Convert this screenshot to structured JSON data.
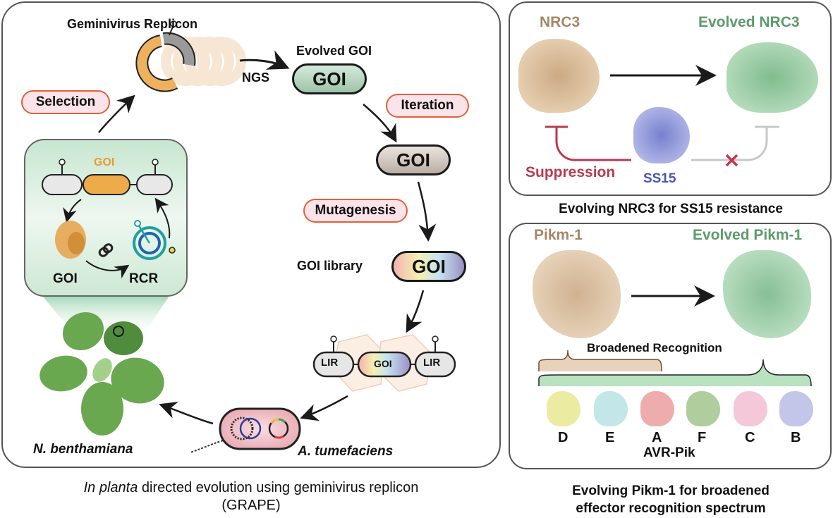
{
  "left_panel": {
    "geminivirus_replicon": "Geminivirus Replicon",
    "ngs": "NGS",
    "evolved_goi_label": "Evolved GOI",
    "goi": "GOI",
    "selection": "Selection",
    "iteration": "Iteration",
    "mutagenesis": "Mutagenesis",
    "goi_library": "GOI library",
    "lir": "LIR",
    "inset": {
      "goi_top": "GOI",
      "goi_protein": "GOI",
      "rcr": "RCR"
    },
    "a_tumefaciens": "A. tumefaciens",
    "n_benthamiana": "N. benthamiana",
    "caption_italic": "In planta",
    "caption_rest": " directed evolution using geminivirus replicon",
    "caption_line2": "(GRAPE)"
  },
  "top_right_panel": {
    "nrc3": "NRC3",
    "evolved_nrc3": "Evolved NRC3",
    "suppression": "Suppression",
    "ss15": "SS15",
    "caption": "Evolving NRC3 for SS15 resistance"
  },
  "bottom_right_panel": {
    "pikm1": "Pikm-1",
    "evolved_pikm1": "Evolved Pikm-1",
    "broadened_recognition": "Broadened Recognition",
    "effectors": [
      {
        "label": "D",
        "color": "#e3e37a"
      },
      {
        "label": "E",
        "color": "#a9dbe0"
      },
      {
        "label": "A",
        "color": "#e8898a"
      },
      {
        "label": "F",
        "color": "#8fb873"
      },
      {
        "label": "C",
        "color": "#efb1c8"
      },
      {
        "label": "B",
        "color": "#aaaedf"
      }
    ],
    "avr_pik": "AVR-Pik",
    "caption_line1": "Evolving Pikm-1 for broadened",
    "caption_line2": "effector recognition spectrum"
  },
  "colors": {
    "tan": "#a48768",
    "green_label": "#5d9a6c",
    "suppression_red": "#b83a4e",
    "ss15_blue": "#4a55b5",
    "pill_border": "#e1613b",
    "pill_fill": "#fbe3ea"
  }
}
